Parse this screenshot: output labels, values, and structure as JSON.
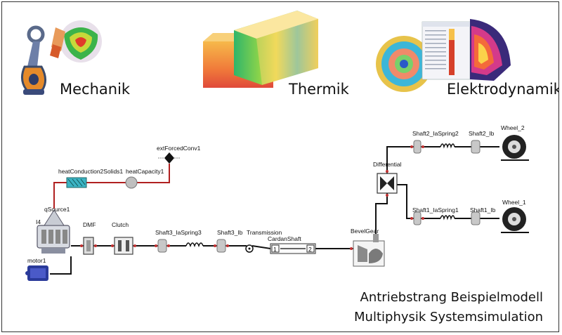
{
  "categories": {
    "mechanics": "Mechanik",
    "thermal": "Thermik",
    "electro": "Elektrodynamik"
  },
  "caption": {
    "line1": "Antriebstrang Beispielmodell",
    "line2": "Multiphysik Systemsimulation"
  },
  "components": {
    "motor": "motor1",
    "engine": "I4",
    "qsource": "qSource1",
    "heat_conduction": "heatConduction2Solids1",
    "heat_capacity": "heatCapacity1",
    "ext_conv": "extForcedConv1",
    "dmf": "DMF",
    "clutch": "Clutch",
    "shaft3_spring": "Shaft3_IaSpring3",
    "shaft3_ib": "Shaft3_Ib",
    "transmission": "Transmission",
    "cardan": "CardanShaft",
    "cardan_port1": "1",
    "cardan_port2": "2",
    "bevel": "BevelGear",
    "differential": "Differential",
    "shaft2_spring": "Shaft2_IaSpring2",
    "shaft2_ib": "Shaft2_Ib",
    "wheel2": "Wheel_2",
    "shaft1_spring": "Shaft1_IaSpring1",
    "shaft1_ib": "Shaft1_Ib",
    "wheel1": "Wheel_1"
  },
  "colors": {
    "heat_wire": "#b02020",
    "mech_wire": "#111111",
    "motor": "#2a3a9a",
    "heat_block": "#3bb3c3"
  },
  "icons": {
    "mechanics_image": "connecting-rod-fea-icon",
    "thermal_image": "heat-distribution-block-icon",
    "electro_image": "electric-motor-field-icon"
  }
}
